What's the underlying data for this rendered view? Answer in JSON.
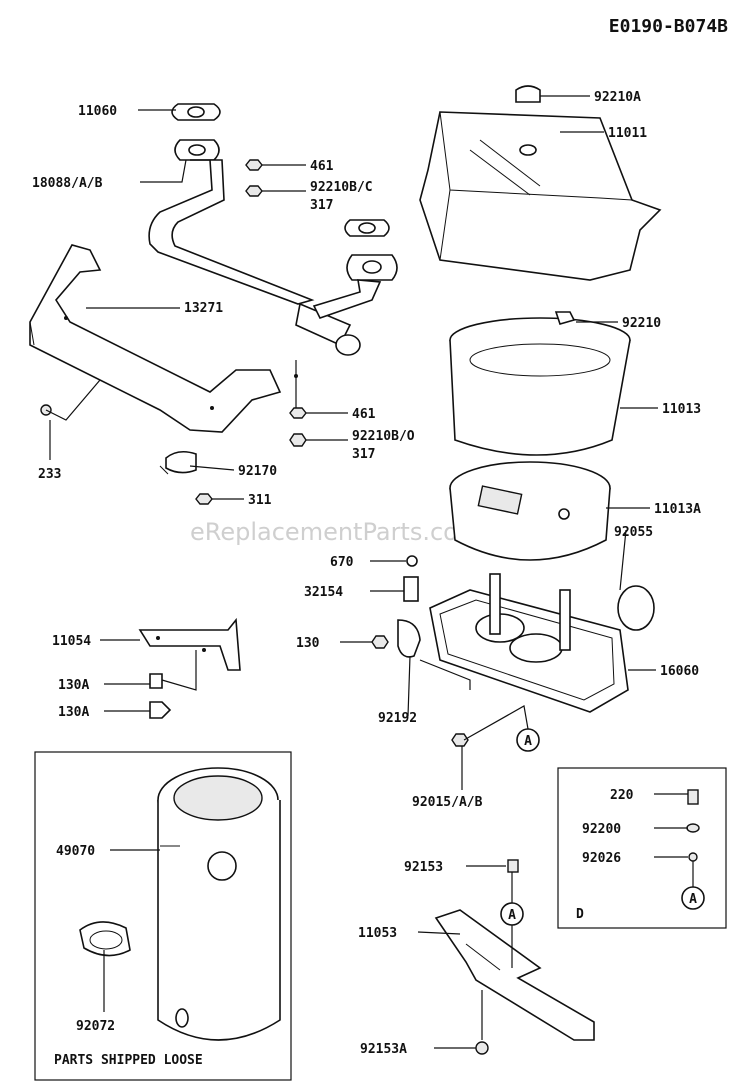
{
  "diagram_id": "E0190-B074B",
  "watermark": "eReplacementParts.com",
  "box_main_caption": "PARTS SHIPPED LOOSE",
  "box_detail_caption": "D",
  "callout_letter": "A",
  "labels": {
    "p11060": "11060",
    "p18088": "18088/A/B",
    "p461a": "461",
    "p92210bc": "92210B/C",
    "p317a": "317",
    "p13271": "13271",
    "p461b": "461",
    "p92210bo": "92210B/O",
    "p317b": "317",
    "p233": "233",
    "p92170": "92170",
    "p311": "311",
    "p92210a": "92210A",
    "p11011": "11011",
    "p92210": "92210",
    "p11013": "11013",
    "p11013a": "11013A",
    "p92055": "92055",
    "p670": "670",
    "p32154": "32154",
    "p130": "130",
    "p16060": "16060",
    "p92192": "92192",
    "p92015": "92015/A/B",
    "p11054": "11054",
    "p130a1": "130A",
    "p130a2": "130A",
    "p49070": "49070",
    "p92072": "92072",
    "p220": "220",
    "p92200": "92200",
    "p92026": "92026",
    "p92153": "92153",
    "p11053": "11053",
    "p92153a": "92153A"
  }
}
